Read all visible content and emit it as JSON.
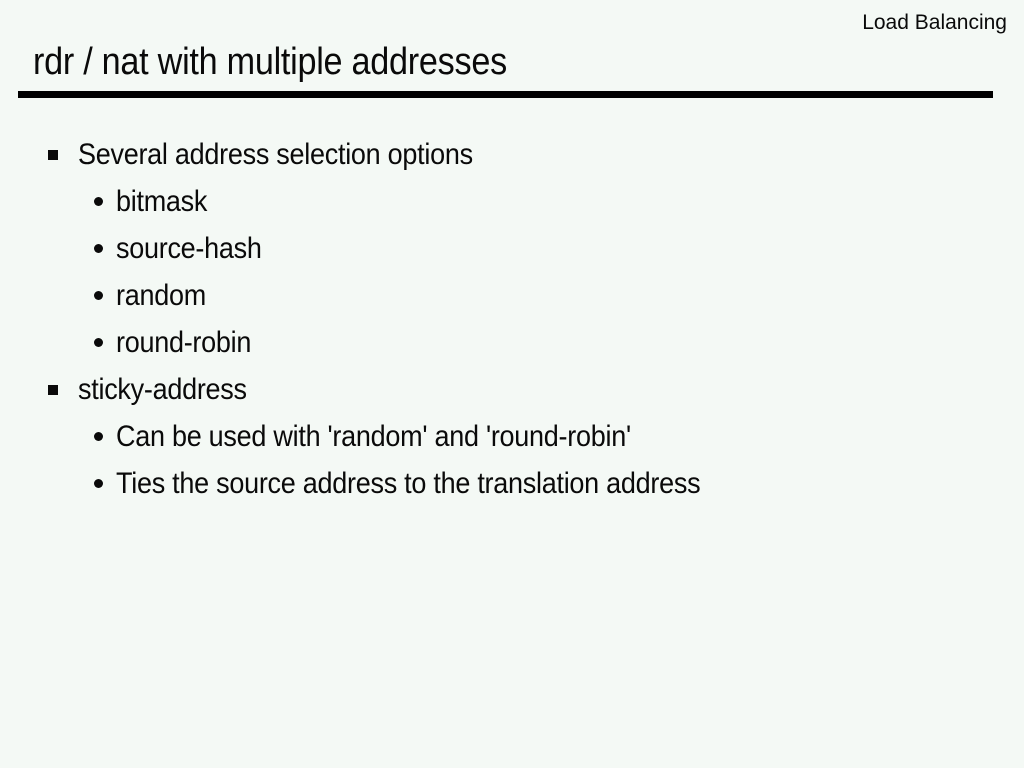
{
  "slide": {
    "header_label": "Load Balancing",
    "title": "rdr / nat with multiple addresses",
    "bullets": [
      {
        "level": 1,
        "text": "Several address selection options"
      },
      {
        "level": 2,
        "text": "bitmask"
      },
      {
        "level": 2,
        "text": "source-hash"
      },
      {
        "level": 2,
        "text": "random"
      },
      {
        "level": 2,
        "text": "round-robin"
      },
      {
        "level": 1,
        "text": "sticky-address"
      },
      {
        "level": 2,
        "text": "Can be used with 'random' and 'round-robin'"
      },
      {
        "level": 2,
        "text": "Ties the source address to the translation address"
      }
    ],
    "colors": {
      "background": "#f4f9f5",
      "text": "#0a0a0a",
      "rule": "#000000"
    }
  }
}
